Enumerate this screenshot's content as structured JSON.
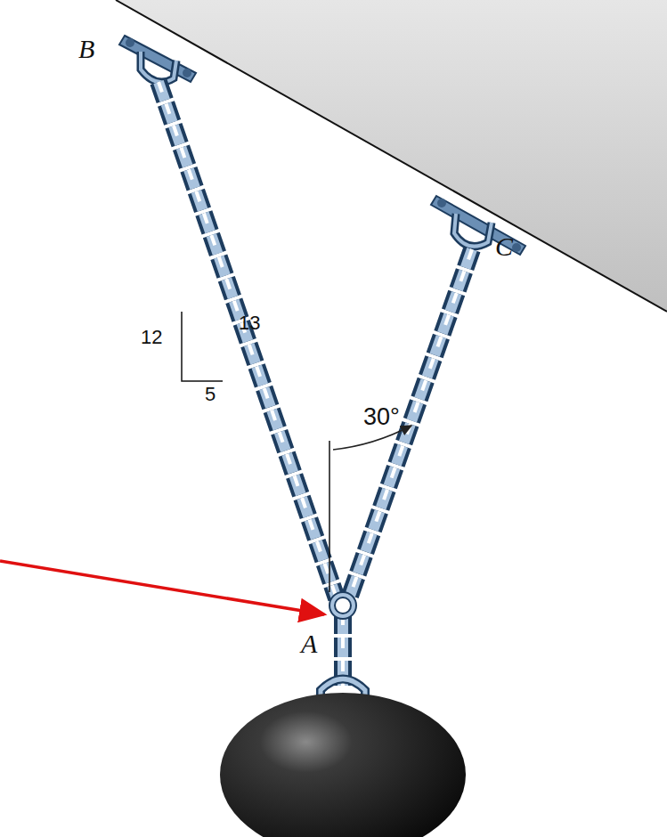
{
  "diagram": {
    "labels": [
      "B",
      "12",
      "13",
      "5",
      "30°",
      "C",
      "A"
    ]
  }
}
